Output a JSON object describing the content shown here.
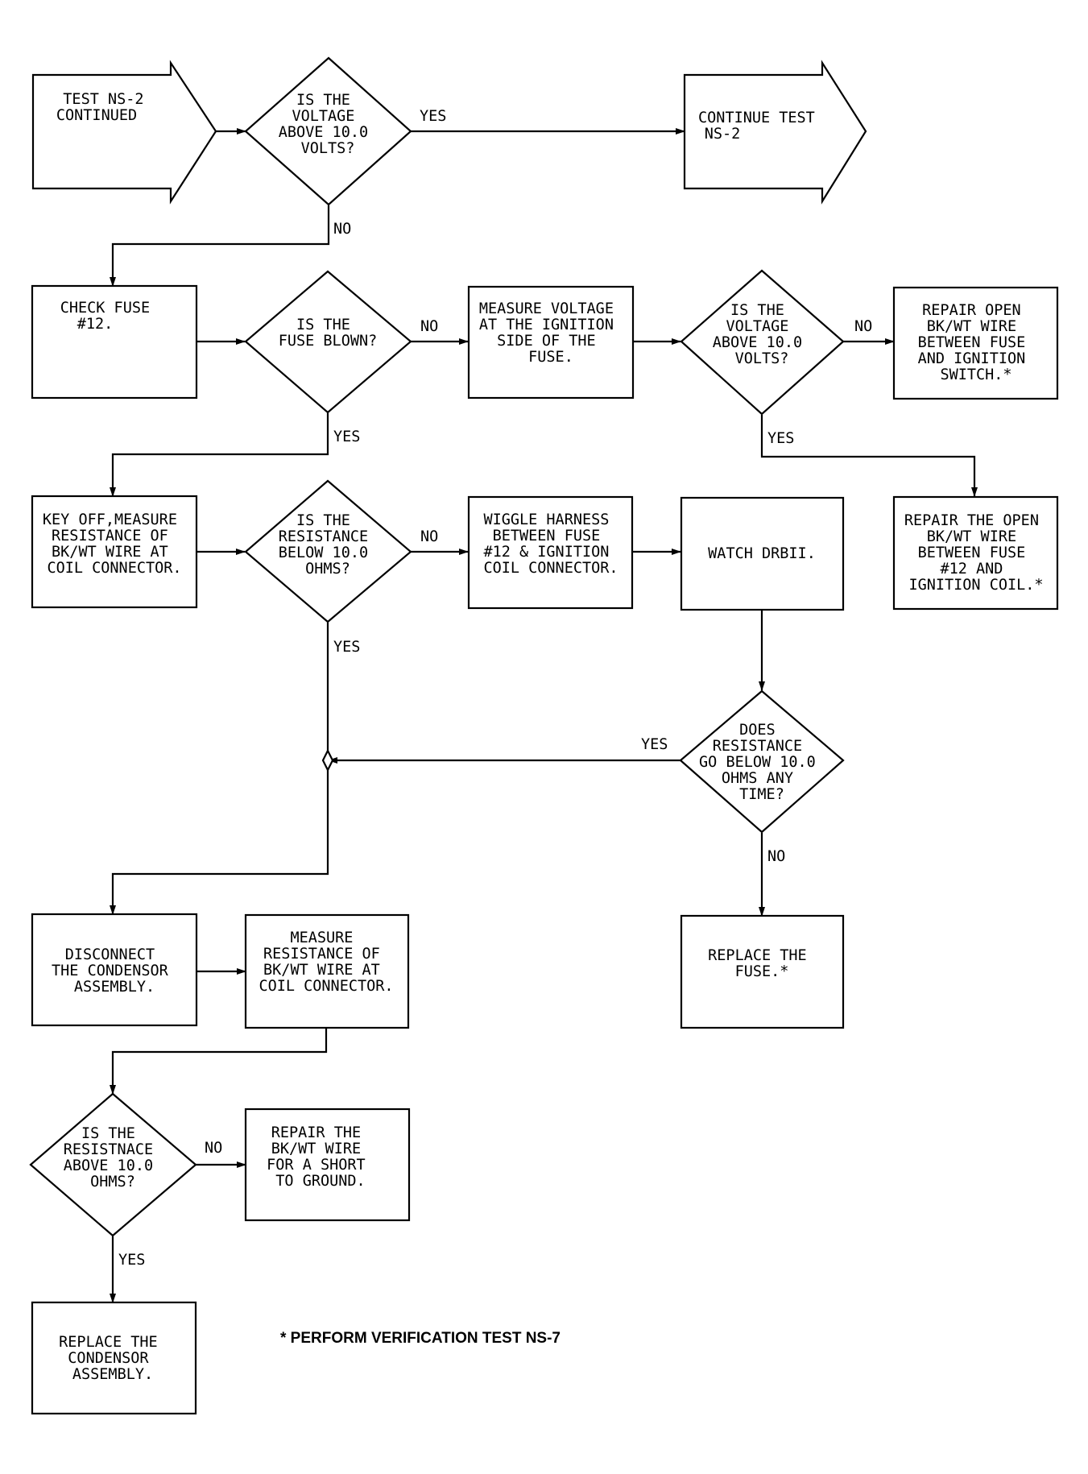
{
  "nodes": {
    "start": [
      "TEST NS-2",
      "CONTINUED"
    ],
    "q_voltage": [
      "IS THE",
      "VOLTAGE",
      "ABOVE 10.0",
      "VOLTS?"
    ],
    "continue": [
      "CONTINUE TEST",
      "NS-2"
    ],
    "check_fuse": [
      "CHECK FUSE",
      "#12."
    ],
    "q_fuse_blown": [
      "IS THE",
      "FUSE BLOWN?"
    ],
    "measure_voltage": [
      "MEASURE VOLTAGE",
      "AT THE IGNITION",
      "SIDE OF THE",
      "FUSE."
    ],
    "q_voltage2": [
      "IS THE",
      "VOLTAGE",
      "ABOVE 10.0",
      "VOLTS?"
    ],
    "repair_open_switch": [
      "REPAIR OPEN",
      "BK/WT WIRE",
      "BETWEEN FUSE",
      "AND IGNITION",
      "SWITCH.*"
    ],
    "key_off": [
      "KEY OFF,MEASURE",
      "RESISTANCE OF",
      "BK/WT WIRE AT",
      "COIL CONNECTOR."
    ],
    "q_resistance": [
      "IS THE",
      "RESISTANCE",
      "BELOW 10.0",
      "OHMS?"
    ],
    "wiggle": [
      "WIGGLE HARNESS",
      "BETWEEN FUSE",
      "#12 & IGNITION",
      "COIL CONNECTOR."
    ],
    "watch": [
      "WATCH DRBII."
    ],
    "repair_open_coil": [
      "REPAIR THE OPEN",
      "BK/WT WIRE",
      "BETWEEN FUSE",
      "#12 AND",
      "IGNITION COIL.*"
    ],
    "q_resistance_any": [
      "DOES",
      "RESISTANCE",
      "GO BELOW 10.0",
      "OHMS ANY",
      "TIME?"
    ],
    "disconnect": [
      "DISCONNECT",
      "THE CONDENSOR",
      "ASSEMBLY."
    ],
    "measure_resistance": [
      "MEASURE",
      "RESISTANCE OF",
      "BK/WT WIRE AT",
      "COIL CONNECTOR."
    ],
    "replace_fuse": [
      "REPLACE THE",
      "FUSE.*"
    ],
    "q_resistance_above": [
      "IS THE",
      "RESISTNACE",
      "ABOVE 10.0",
      "OHMS?"
    ],
    "repair_short": [
      "REPAIR THE",
      "BK/WT WIRE",
      "FOR A SHORT",
      "TO GROUND."
    ],
    "replace_condensor": [
      "REPLACE THE",
      "CONDENSOR",
      "ASSEMBLY."
    ]
  },
  "edge_labels": {
    "yes": "YES",
    "no": "NO"
  },
  "footnote": "* PERFORM VERIFICATION TEST NS-7"
}
